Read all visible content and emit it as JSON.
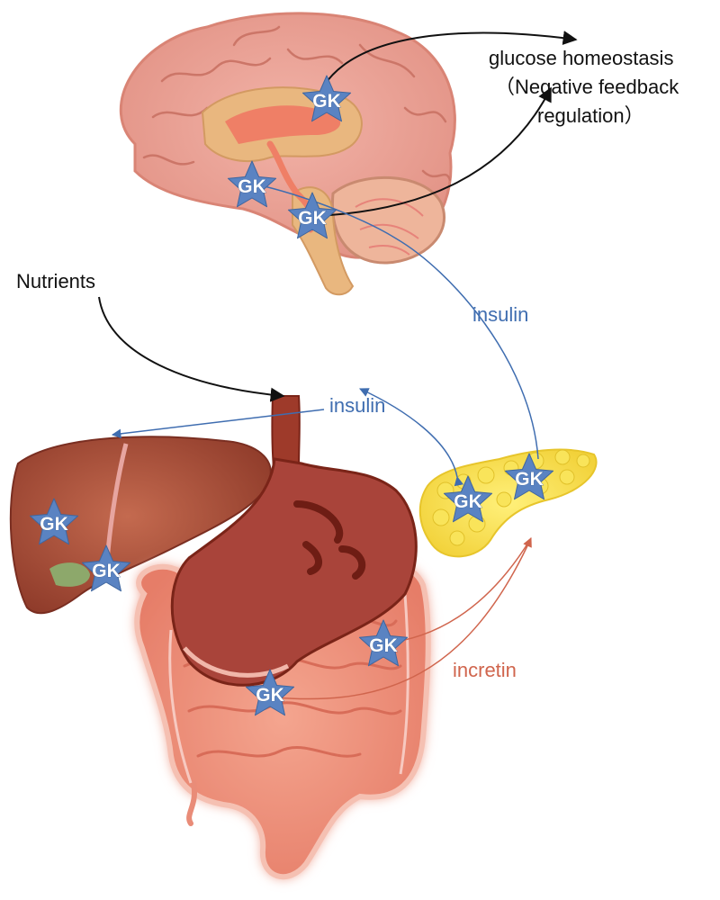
{
  "labels": {
    "outcome_line1": "glucose homeostasis",
    "outcome_line2": "（Negative feedback",
    "outcome_line3": "regulation）",
    "nutrients": "Nutrients",
    "insulin_brain": "insulin",
    "insulin_liver": "insulin",
    "incretin": "incretin",
    "gk_marker": "GK"
  },
  "colors": {
    "insulin": "#3f6db0",
    "incretin": "#d0654d",
    "star": "#5a83c2",
    "arrow_black": "#111111"
  }
}
